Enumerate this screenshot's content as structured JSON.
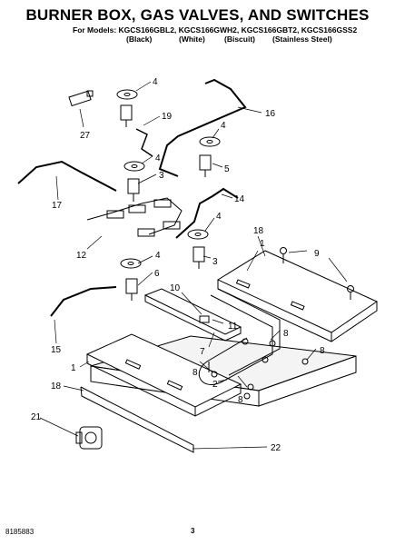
{
  "header": {
    "title": "BURNER BOX, GAS VALVES, AND SWITCHES",
    "models_line": "For Models: KGCS166GBL2, KGCS166GWH2, KGCS166GBT2, KGCS166GSS2",
    "finishes": [
      "(Black)",
      "(White)",
      "(Biscuit)",
      "(Stainless Steel)"
    ]
  },
  "callouts": [
    "4",
    "16",
    "19",
    "27",
    "4",
    "5",
    "4",
    "3",
    "17",
    "14",
    "12",
    "18",
    "4",
    "9",
    "3",
    "1",
    "4",
    "6",
    "10",
    "11",
    "8",
    "7",
    "8",
    "15",
    "1",
    "8",
    "18",
    "2",
    "21",
    "22",
    "8"
  ],
  "footer": {
    "doc_number": "8185883",
    "page_number": "3"
  }
}
